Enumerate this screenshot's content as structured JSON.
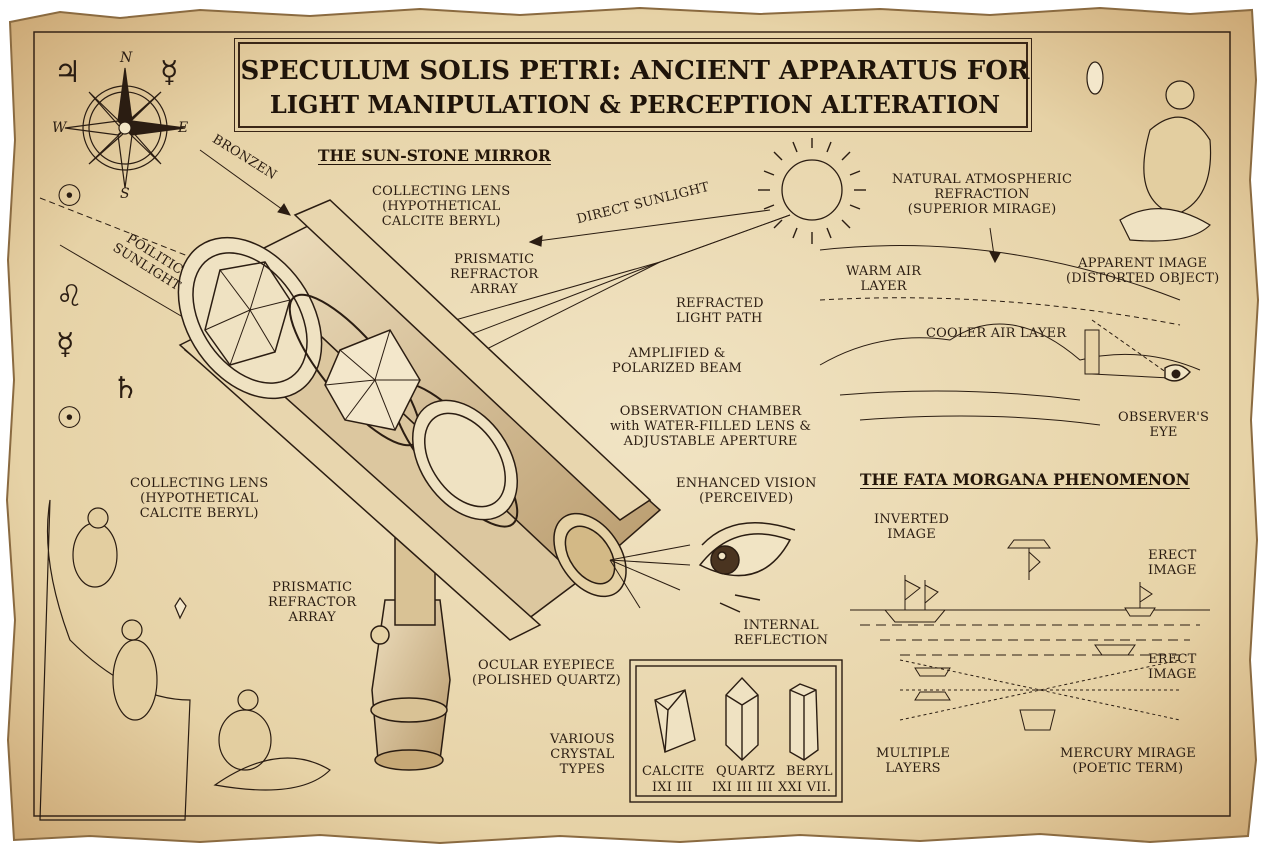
{
  "title": {
    "line1": "SPECULUM SOLIS PETRI: ANCIENT APPARATUS FOR",
    "line2": "LIGHT MANIPULATION & PERCEPTION ALTERATION"
  },
  "sections": {
    "sun_stone": "THE SUN-STONE MIRROR",
    "fata_morgana": "THE FATA MORGANA PHENOMENON"
  },
  "compass": {
    "n": "N",
    "e": "E",
    "s": "S",
    "w": "W"
  },
  "symbols": [
    "♃",
    "☿",
    "☉",
    "♌",
    "☿",
    "☉",
    "♄"
  ],
  "labels": {
    "bronzen": "BRONZEN",
    "poilitic": "POILITIC\nSUNLIGHT",
    "collecting_top": "COLLECTING LENS\n(HYPOTHETICAL\nCALCITE BERYL)",
    "direct_sunlight": "DIRECT SUNLIGHT",
    "prismatic_top": "PRISMATIC\nREFRACTOR\nARRAY",
    "refracted_path": "REFRACTED\nLIGHT PATH",
    "amplified": "AMPLIFIED &\nPOLARIZED BEAM",
    "observation": "OBSERVATION CHAMBER\nwith WATER-FILLED LENS &\nADJUSTABLE APERTURE",
    "collecting_left": "COLLECTING LENS\n(HYPOTHETICAL\nCALCITE BERYL)",
    "enhanced_vision": "ENHANCED VISION\n(PERCEIVED)",
    "prismatic_bottom": "PRISMATIC\nREFRACTOR\nARRAY",
    "internal_reflection": "INTERNAL\nREFLECTION",
    "ocular": "OCULAR EYEPIECE\n(POLISHED QUARTZ)",
    "various_crystals": "VARIOUS\nCRYSTAL\nTYPES",
    "natural_refraction": "NATURAL ATMOSPHERIC\nREFRACTION\n(SUPERIOR MIRAGE)",
    "warm_air": "WARM AIR\nLAYER",
    "apparent_image": "APPARENT IMAGE\n(DISTORTED OBJECT)",
    "cooler_air": "COOLER AIR LAYER",
    "observers_eye": "OBSERVER'S\nEYE",
    "inverted_image": "INVERTED\nIMAGE",
    "erect_image_1": "ERECT\nIMAGE",
    "erect_image_2": "ERECT\nIMAGE",
    "multiple_layers": "MULTIPLE\nLAYERS",
    "mercury_mirage": "MERCURY MIRAGE\n(POETIC TERM)"
  },
  "crystals": [
    {
      "name": "CALCITE",
      "code": "IXI III"
    },
    {
      "name": "QUARTZ",
      "code": "IXI III III"
    },
    {
      "name": "BERYL",
      "code": "XXI VII."
    }
  ],
  "colors": {
    "parchment": "#ecdcb8",
    "parchment_edge": "#c9a572",
    "ink": "#2b1d12"
  }
}
